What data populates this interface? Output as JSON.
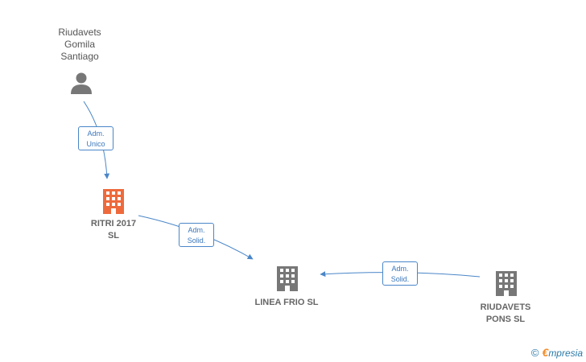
{
  "nodes": {
    "person": {
      "label": "Riudavets\nGomila\nSantiago",
      "icon": "person-icon"
    },
    "ritri": {
      "label": "RITRI 2017\nSL",
      "icon": "building-icon",
      "color": "#ee6a3c"
    },
    "linea": {
      "label": "LINEA FRIO SL",
      "icon": "building-icon",
      "color": "#777777"
    },
    "riudavets_pons": {
      "label": "RIUDAVETS\nPONS  SL",
      "icon": "building-icon",
      "color": "#777777"
    }
  },
  "edges": [
    {
      "from": "person",
      "to": "ritri",
      "line1": "Adm.",
      "line2": "Unico"
    },
    {
      "from": "ritri",
      "to": "linea",
      "line1": "Adm.",
      "line2": "Solid."
    },
    {
      "from": "riudavets_pons",
      "to": "linea",
      "line1": "Adm.",
      "line2": "Solid."
    }
  ],
  "brand": {
    "copyright": "©",
    "initial": "€",
    "name": "mpresia"
  },
  "colors": {
    "edge": "#4a86c8",
    "icon_gray": "#777777",
    "icon_accent": "#ee6a3c"
  }
}
